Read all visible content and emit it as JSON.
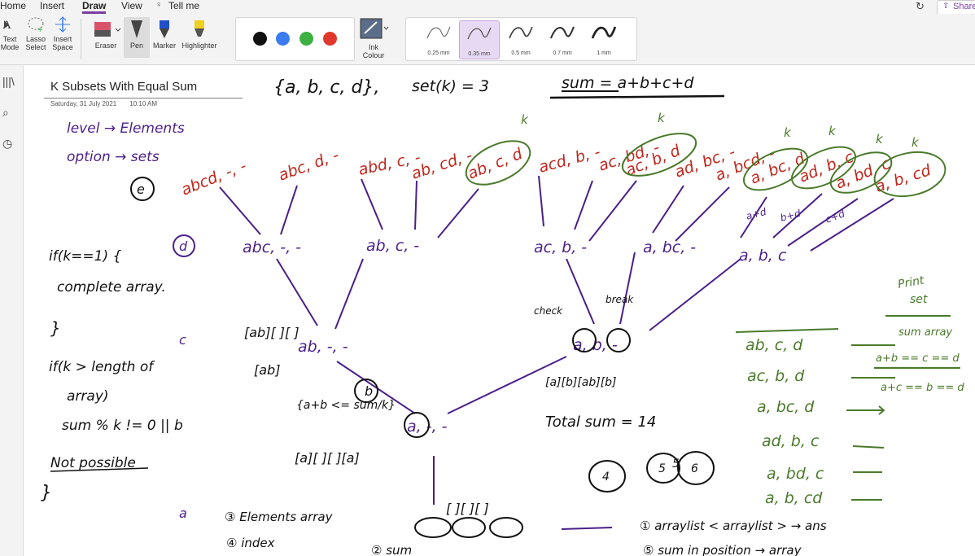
{
  "menu": {
    "items": [
      "Home",
      "Insert",
      "Draw",
      "View",
      "Tell me"
    ],
    "share": "Share"
  },
  "ribbon": {
    "tools": {
      "text_mode": [
        "Text",
        "Mode"
      ],
      "lasso_select": [
        "Lasso",
        "Select"
      ],
      "insert_space": [
        "Insert",
        "Space"
      ],
      "eraser": "Eraser",
      "pen": "Pen",
      "marker": "Marker",
      "highlighter": "Highlighter",
      "ink_colour": [
        "Ink",
        "Colour"
      ]
    },
    "ink_colors": [
      "#111111",
      "#3a7bf0",
      "#3cb043",
      "#e0392b"
    ],
    "pen_sizes": [
      "0.25 mm",
      "0.35 mm",
      "0.5 mm",
      "0.7 mm",
      "1 mm"
    ],
    "selected_size": "0.35 mm"
  },
  "page": {
    "title": "K Subsets With Equal Sum",
    "date": "Saturday, 31 July 2021",
    "time": "10:10 AM"
  },
  "ink_notes": {
    "top_set": "{a, b, c, d},",
    "set_k": "set(k) = 3",
    "sum_formula": "sum = a+b+c+d",
    "level": "level → Elements",
    "option": "option → sets",
    "e_circle": "e",
    "d_circle": "d",
    "c_label": "c",
    "a_label": "a",
    "k_marks": [
      "k",
      "k",
      "k",
      "k",
      "k",
      "k"
    ],
    "leaves": [
      "abcd, -, -",
      "abc, d, -",
      "abd, c, -",
      "ab, cd, -",
      "ab, c, d",
      "acd, b, -",
      "ac, bd, -",
      "ac, b, d",
      "ad, bc, -",
      "a, bcd, -",
      "a, bc, d",
      "ad, b, c",
      "a, bd, c",
      "a, b, cd"
    ],
    "level2": [
      "abc, -, -",
      "ab, c, -",
      "ac, b, -",
      "a, bc, -",
      "a, b, c"
    ],
    "level1": [
      "ab, -, -",
      "a, b, -"
    ],
    "root": "a, -, -",
    "small_labels": [
      "a+d",
      "b+d",
      "c+d"
    ],
    "if_k1": "if(k==1) {",
    "complete": "complete array.",
    "close1": "}",
    "if_k_len": "if(k > length of",
    "array_close": "array)",
    "sum_mod": "sum % k != 0 || b",
    "not_possible": "Not possible",
    "close2": "}",
    "bracket_ab": "[ab][ ][ ]",
    "bracket_ab2": "[ab]",
    "cond": "{a+b <= sum/k}",
    "b_circle": "b",
    "bracket_a": "[a][ ][ ][a]",
    "bracket_ab3": "[a][b][ab][b]",
    "check": "check",
    "break": "break",
    "total_sum": "Total sum = 14",
    "print_set": [
      "Print",
      "set"
    ],
    "sum_array": "sum array",
    "ab_eq": "a+b == c == d",
    "ac_eq": "a+c == b == d",
    "results": [
      "ab, c, d",
      "ac, b, d",
      "a, bc, d",
      "ad, b, c",
      "a, bd, c",
      "a, b, cd"
    ],
    "elements_array": "③ Elements array",
    "index": "④ index",
    "sum_label": "② sum",
    "brackets_bottom": "[ ][ ][ ]",
    "arraylist": "① arraylist < arraylist > → ans",
    "sum_position": "⑤ sum in position → array",
    "circles_bottom": [
      "4",
      "5",
      "6",
      "5"
    ]
  }
}
